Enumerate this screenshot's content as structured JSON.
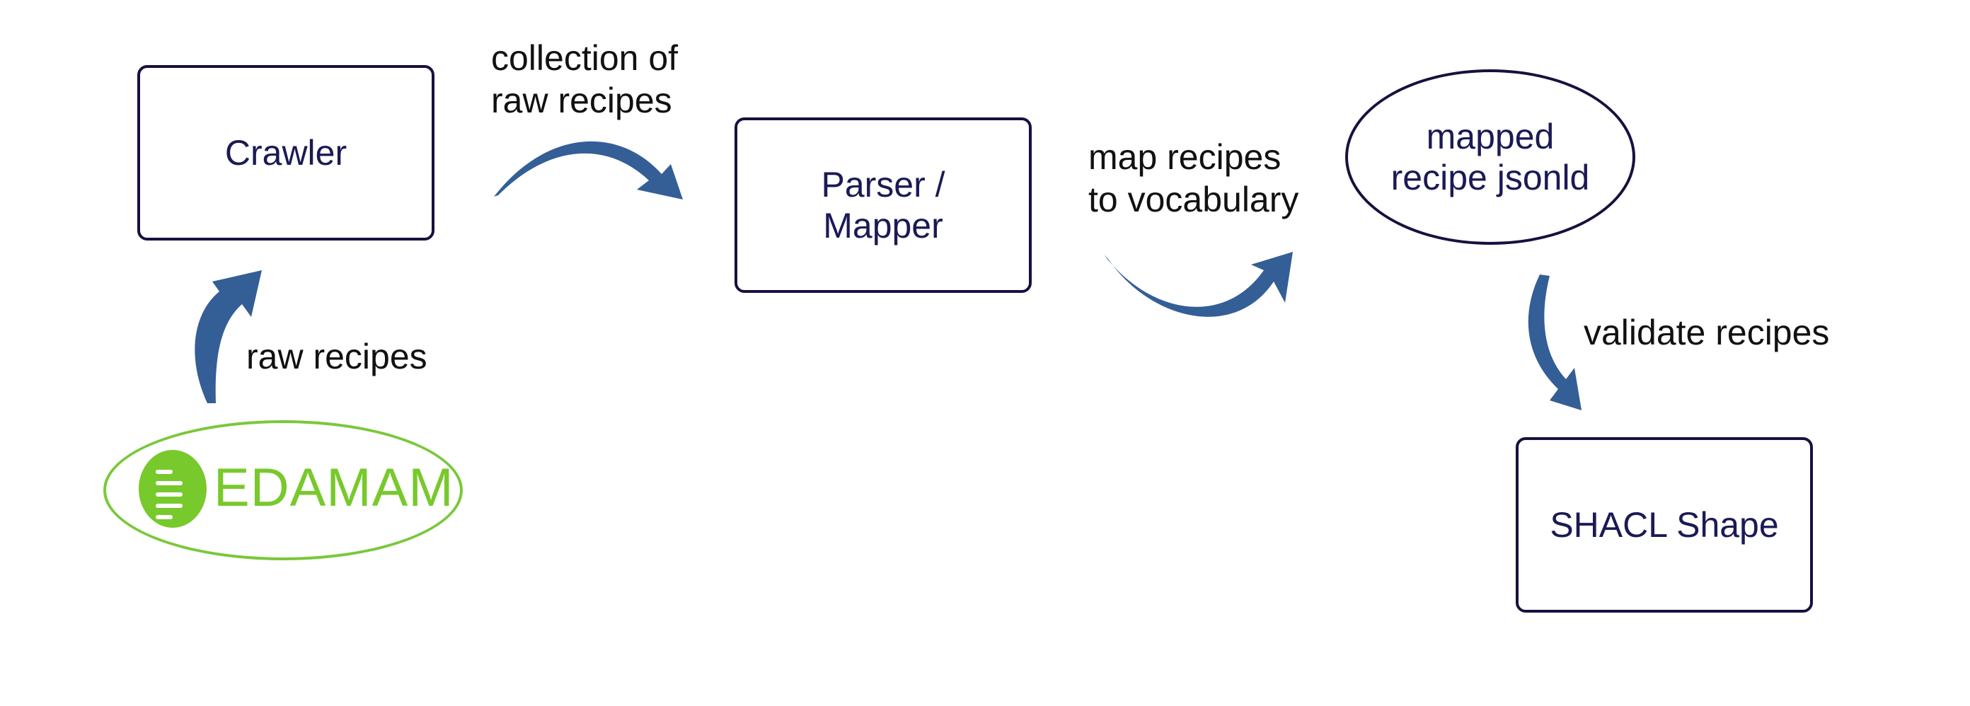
{
  "colors": {
    "arrow": "#345e96",
    "node_border": "#15123f",
    "node_text": "#1b1a55",
    "logo_green": "#78c92b",
    "logo_outline": "#7ac83a"
  },
  "nodes": {
    "crawler": {
      "label": "Crawler",
      "shape": "rectangle"
    },
    "parser": {
      "label": "Parser /\nMapper",
      "shape": "rectangle"
    },
    "mapped": {
      "label": "mapped\nrecipe jsonld",
      "shape": "ellipse"
    },
    "shacl": {
      "label": "SHACL Shape",
      "shape": "rectangle"
    },
    "source": {
      "label": "EDAMAM",
      "shape": "ellipse",
      "icon": "edamam-logo-icon"
    }
  },
  "edges": {
    "raw_recipes": {
      "label": "raw recipes"
    },
    "collection": {
      "label": "collection of\nraw recipes"
    },
    "map_vocab": {
      "label": "map recipes\nto vocabulary"
    },
    "validate": {
      "label": "validate recipes"
    }
  }
}
